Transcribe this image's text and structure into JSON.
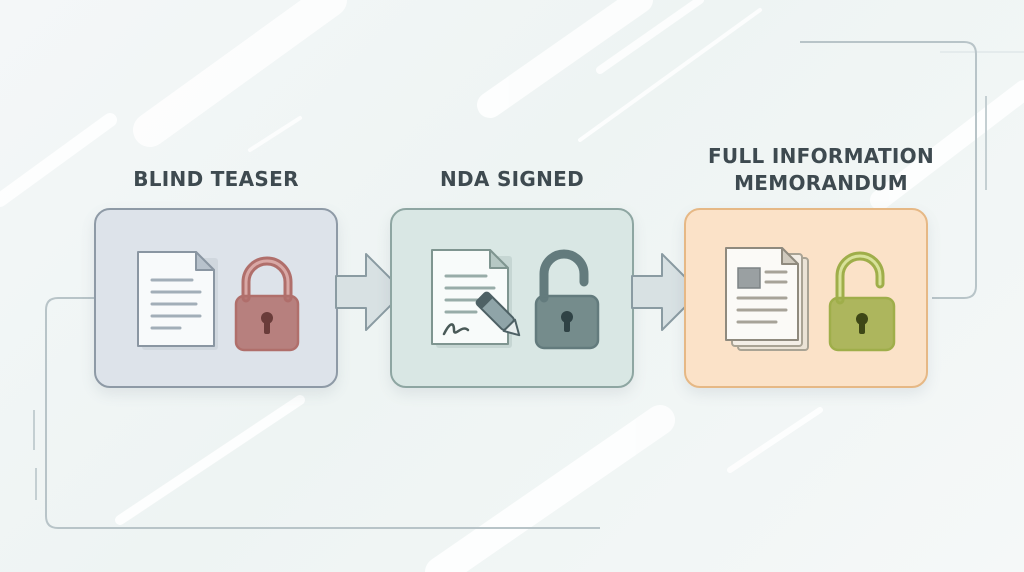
{
  "colors": {
    "stage1_fill": "#dde3ea",
    "stage1_border": "#8e9aa6",
    "stage1_lock": "#b06f6b",
    "stage2_fill": "#d9e7e4",
    "stage2_border": "#8ea6a2",
    "stage2_lock": "#637b7d",
    "stage3_fill": "#fbe2c8",
    "stage3_border": "#e6b885",
    "stage3_lock": "#9fae4a",
    "arrow_fill": "#d8e1e3",
    "arrow_stroke": "#8a9ba2",
    "label_text": "#3e4a50"
  },
  "stages": [
    {
      "label_lines": [
        "BLIND TEASER"
      ],
      "document_icon": "document-icon",
      "lock_icon": "padlock-closed-icon",
      "lock_state": "locked"
    },
    {
      "label_lines": [
        "NDA SIGNED"
      ],
      "document_icon": "signed-document-with-pen-icon",
      "lock_icon": "padlock-open-icon",
      "lock_state": "unlocked"
    },
    {
      "label_lines": [
        "FULL INFORMATION",
        "MEMORANDUM"
      ],
      "document_icon": "document-stack-icon",
      "lock_icon": "padlock-open-icon",
      "lock_state": "unlocked"
    }
  ],
  "connectors": [
    {
      "from": 1,
      "to": 2,
      "icon": "arrow-right-icon"
    },
    {
      "from": 2,
      "to": 3,
      "icon": "arrow-right-icon"
    }
  ]
}
